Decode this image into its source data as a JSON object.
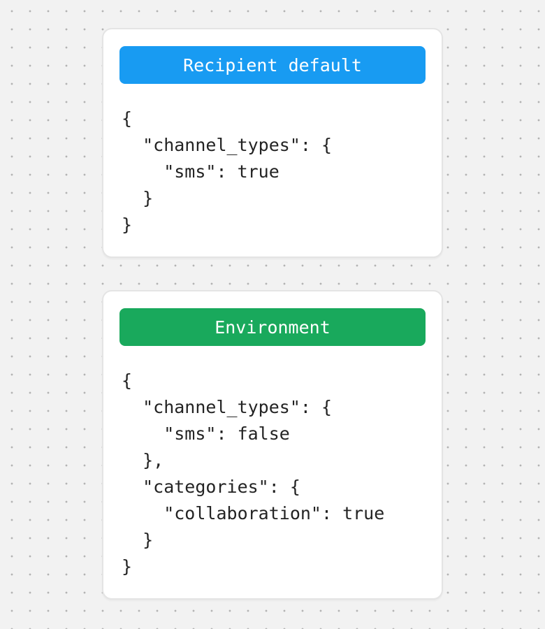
{
  "theme": {
    "page-bg": "#f2f2f2",
    "dot-color": "#b3b3b3",
    "card-bg": "#ffffff",
    "card-border": "#e4e4e4",
    "header-text": "#ffffff",
    "code-text": "#232323"
  },
  "cards": [
    {
      "header": {
        "label": "Recipient default",
        "color": "#189bf2"
      },
      "code": "{\n  \"channel_types\": {\n    \"sms\": true\n  }\n}"
    },
    {
      "header": {
        "label": "Environment",
        "color": "#19a95c"
      },
      "code": "{\n  \"channel_types\": {\n    \"sms\": false\n  },\n  \"categories\": {\n    \"collaboration\": true\n  }\n}"
    }
  ]
}
